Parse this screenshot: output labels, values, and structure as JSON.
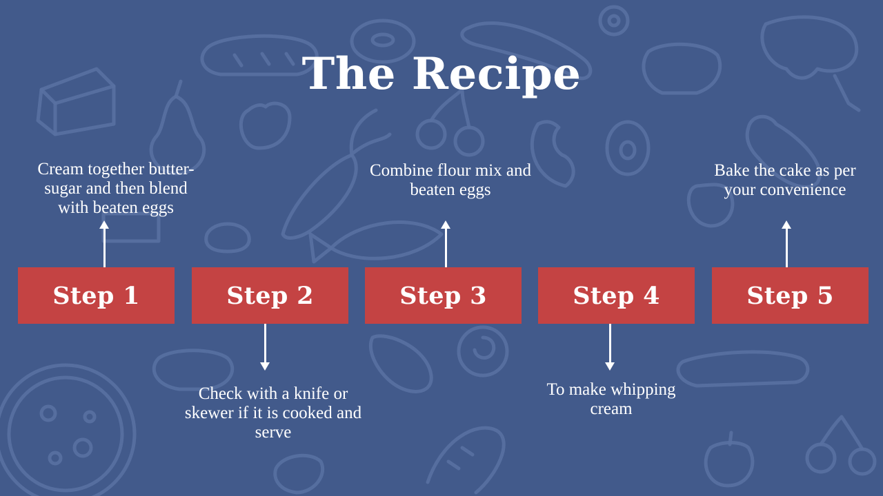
{
  "title": "The Recipe",
  "steps": [
    {
      "label": "Step 1",
      "description": "Cream together butter-\nsugar and then blend\nwith beaten eggs"
    },
    {
      "label": "Step 2",
      "description": "Check with a knife or\nskewer if it is cooked and\nserve"
    },
    {
      "label": "Step 3",
      "description": "Combine flour mix and\nbeaten eggs"
    },
    {
      "label": "Step 4",
      "description": "To make whipping\ncream"
    },
    {
      "label": "Step 5",
      "description": "Bake the cake as per\nyour convenience"
    }
  ],
  "colors": {
    "background": "#425a8b",
    "step_box": "#c44343",
    "text": "#ffffff",
    "doodle": "#5b73a4"
  }
}
